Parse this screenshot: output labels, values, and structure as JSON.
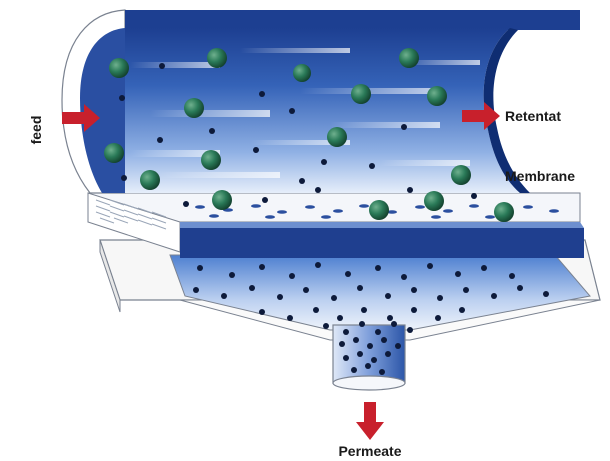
{
  "labels": {
    "feed": "feed",
    "retentat": "Retentat",
    "membrane": "Membrane",
    "permeate": "Permeate"
  },
  "colors": {
    "tube_dark": "#1d3f91",
    "tube_mid": "#3d6fc8",
    "tube_light": "#e6eefa",
    "large_particle": "#1e6a4c",
    "small_particle": "#0d1a3a",
    "arrow": "#c8202c",
    "outline": "#7a8290"
  }
}
